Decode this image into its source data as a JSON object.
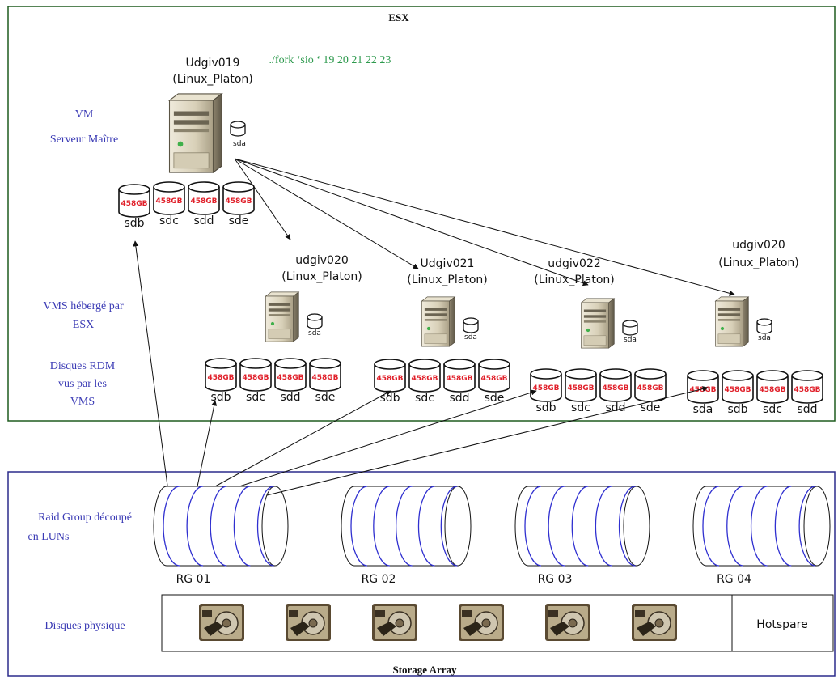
{
  "esx": {
    "title": "ESX"
  },
  "master": {
    "hostname": "Udgiv019",
    "os": "(Linux_Platon)",
    "command": "./fork ‘sio ‘ 19 20 21 22 23",
    "sda": "sda",
    "disks": [
      {
        "size": "458GB",
        "name": "sdb"
      },
      {
        "size": "458GB",
        "name": "sdc"
      },
      {
        "size": "458GB",
        "name": "sdd"
      },
      {
        "size": "458GB",
        "name": "sde"
      }
    ]
  },
  "labels": {
    "vm_line1": "VM",
    "vm_line2": "Serveur Maître",
    "vms_line1": "VMS hébergé par",
    "vms_line2": "ESX",
    "rdm_line1": "Disques RDM",
    "rdm_line2": "vus par les",
    "rdm_line3": "VMS",
    "raid_line1": "Raid Group découpé",
    "raid_line2": "en LUNs",
    "physical": "Disques physique"
  },
  "vms": [
    {
      "hostname": "udgiv020",
      "os": "(Linux_Platon)",
      "sda": "sda",
      "disks": [
        {
          "size": "458GB",
          "name": "sdb"
        },
        {
          "size": "458GB",
          "name": "sdc"
        },
        {
          "size": "458GB",
          "name": "sdd"
        },
        {
          "size": "458GB",
          "name": "sde"
        }
      ]
    },
    {
      "hostname": "Udgiv021",
      "os": "(Linux_Platon)",
      "sda": "sda",
      "disks": [
        {
          "size": "458GB",
          "name": "sdb"
        },
        {
          "size": "458GB",
          "name": "sdc"
        },
        {
          "size": "458GB",
          "name": "sdd"
        },
        {
          "size": "458GB",
          "name": "sde"
        }
      ]
    },
    {
      "hostname": "udgiv022",
      "os": "(Linux_Platon)",
      "sda": "sda",
      "disks": [
        {
          "size": "458GB",
          "name": "sdb"
        },
        {
          "size": "458GB",
          "name": "sdc"
        },
        {
          "size": "458GB",
          "name": "sdd"
        },
        {
          "size": "458GB",
          "name": "sde"
        }
      ]
    },
    {
      "hostname": "udgiv020",
      "os": "(Linux_Platon)",
      "sda": "sda",
      "disks": [
        {
          "size": "458GB",
          "name": "sda"
        },
        {
          "size": "458GB",
          "name": "sdb"
        },
        {
          "size": "458GB",
          "name": "sdc"
        },
        {
          "size": "458GB",
          "name": "sdd"
        }
      ]
    }
  ],
  "storage": {
    "title": "Storage Array",
    "raid_groups": [
      "RG 01",
      "RG 02",
      "RG 03",
      "RG 04"
    ],
    "hotspare": "Hotspare",
    "physical_disk_count": 6
  },
  "colors": {
    "esx_border": "#1f5c1f",
    "storage_border": "#2b2b8c",
    "label_blue": "#3b3bb5",
    "command_green": "#2e9a4e",
    "lun_blue": "#3030d0",
    "disk_size_red": "#e0202a"
  }
}
